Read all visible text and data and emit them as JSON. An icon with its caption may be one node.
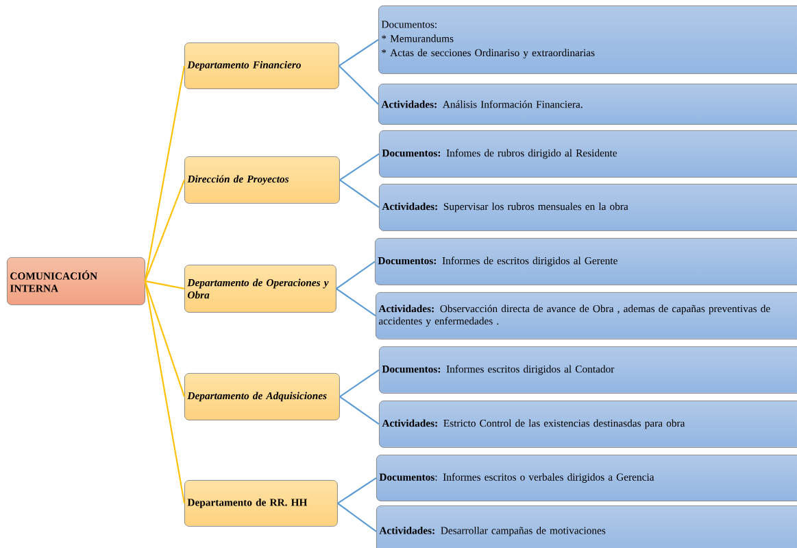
{
  "diagram": {
    "nodes": [
      {
        "text": [
          "COMUNICACIÓN INTERNA"
        ]
      },
      {
        "text": [
          "Departamento Financiero"
        ]
      },
      {
        "text": [
          "Documentos:",
          "* Memurandums",
          "* Actas de secciones Ordinariso y extraordinarias"
        ]
      },
      {
        "text": [
          "**Actividades:**  Análisis Información Financiera."
        ]
      },
      {
        "text": [
          "Dirección de Proyectos"
        ]
      },
      {
        "text": [
          "**Documentos:** Infomes de rubros dirigido al Residente"
        ]
      },
      {
        "text": [
          "**Actividades:** Supervisar los rubros mensuales en la obra"
        ]
      },
      {
        "text": [
          "Departamento de Operaciones y Obra"
        ]
      },
      {
        "text": [
          "**Documentos:**  Informes de escritos dirigidos al Gerente"
        ]
      },
      {
        "text": [
          "**Actividades:** Observacción directa de avance de Obra , ademas de capañas preventivas de accidentes y enfermedades ."
        ]
      },
      {
        "text": [
          "Departamento de Adquisiciones"
        ]
      },
      {
        "text": [
          "**Documentos:**  Informes escritos dirigidos al Contador"
        ]
      },
      {
        "text": [
          "**Actividades:**  Estricto Control de las existencias destinasdas para obra"
        ]
      },
      {
        "text": [
          "Departamento de RR. HH"
        ]
      },
      {
        "text": [
          "**Documentos**:  Informes escritos o verbales dirigidos a Gerencia"
        ]
      },
      {
        "text": [
          "**Actividades:**  Desarrollar campañas de motivaciones"
        ]
      }
    ],
    "edges": [
      {
        "from": 0,
        "to": 1,
        "arrow": "none",
        "color": "#ffc000"
      },
      {
        "from": 0,
        "to": 4,
        "arrow": "none",
        "color": "#ffc000"
      },
      {
        "from": 0,
        "to": 7,
        "arrow": "none",
        "color": "#ffc000"
      },
      {
        "from": 0,
        "to": 10,
        "arrow": "none",
        "color": "#ffc000"
      },
      {
        "from": 0,
        "to": 13,
        "arrow": "none",
        "color": "#ffc000"
      },
      {
        "from": 1,
        "to": 2,
        "arrow": "none"
      },
      {
        "from": 1,
        "to": 3,
        "arrow": "none"
      },
      {
        "from": 4,
        "to": 5,
        "arrow": "none"
      },
      {
        "from": 4,
        "to": 6,
        "arrow": "none"
      },
      {
        "from": 7,
        "to": 8,
        "arrow": "none"
      },
      {
        "from": 7,
        "to": 9,
        "arrow": "none"
      },
      {
        "from": 10,
        "to": 11,
        "arrow": "none"
      },
      {
        "from": 10,
        "to": 12,
        "arrow": "none"
      },
      {
        "from": 13,
        "to": 14,
        "arrow": "none"
      },
      {
        "from": 13,
        "to": 15,
        "arrow": "none"
      }
    ]
  }
}
